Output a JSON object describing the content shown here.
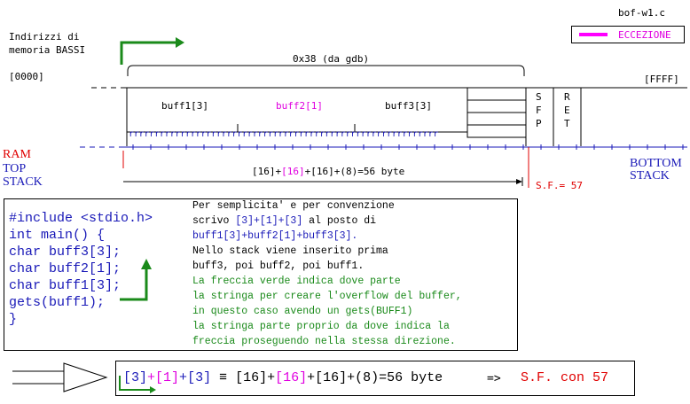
{
  "file_name": "bof-w1.c",
  "legend": {
    "label": "ECCEZIONE",
    "color": "#ff00ff"
  },
  "low_memory": {
    "line1": "Indirizzi di",
    "line2": "memoria BASSI",
    "address": "[0000]"
  },
  "high_memory": {
    "address": "[FFFF]"
  },
  "brace_label": "0x38 (da gdb)",
  "buffers": {
    "buff1": "buff1[3]",
    "buff2": "buff2[1]",
    "buff3": "buff3[3]"
  },
  "sfp": [
    "S",
    "F",
    "P"
  ],
  "ret": [
    "R",
    "E",
    "T"
  ],
  "r_fill": "rrrrrrrrrrrrrrrrrrrrrrrrrrrrrrrrrrrrrrrrrrrrrrrrrrrrrrrrrrrr",
  "ram_label": "RAM",
  "top_stack": {
    "line1": "TOP",
    "line2": "STACK"
  },
  "bottom_stack": {
    "line1": "BOTTOM",
    "line2": "STACK"
  },
  "size_formula": {
    "p1": "[16]+",
    "p2": "[16]",
    "p3": "+[16]+(8)=56 byte"
  },
  "sf_label": "S.F.= 57",
  "code": [
    "#include <stdio.h>",
    "int main() {",
    "char buff3[3];",
    "char buff2[1];",
    "char buff1[3];",
    "gets(buff1);",
    "}"
  ],
  "notes": {
    "l1": "Per semplicita' e per convenzione",
    "l2a": "scrivo ",
    "l2b": "[3]+[1]+[3]",
    "l2c": " al posto di",
    "l3": "buff1[3]+buff2[1]+buff3[3].",
    "l4": "Nello stack viene inserito prima",
    "l5": "buff3, poi buff2, poi buff1.",
    "l6": "La freccia verde indica dove parte",
    "l7": "la stringa per creare l'overflow del buffer,",
    "l8": "in questo caso avendo un gets(BUFF1)",
    "l9": "la stringa parte proprio da dove indica la",
    "l10": "freccia proseguendo nella stessa direzione."
  },
  "formula": {
    "a": "[3]",
    "plus1": "+",
    "b": "[1]",
    "plus2": "+",
    "c": "[3]",
    "equiv": " ≡ [16]+",
    "d": "[16]",
    "rest": "+[16]+(8)=56 byte",
    "arrow": "=>",
    "result": "S.F. con 57"
  },
  "colors": {
    "blue": "#1a1ab8",
    "magenta": "#e000e0",
    "red": "#e00000",
    "green": "#1a8a1a"
  }
}
